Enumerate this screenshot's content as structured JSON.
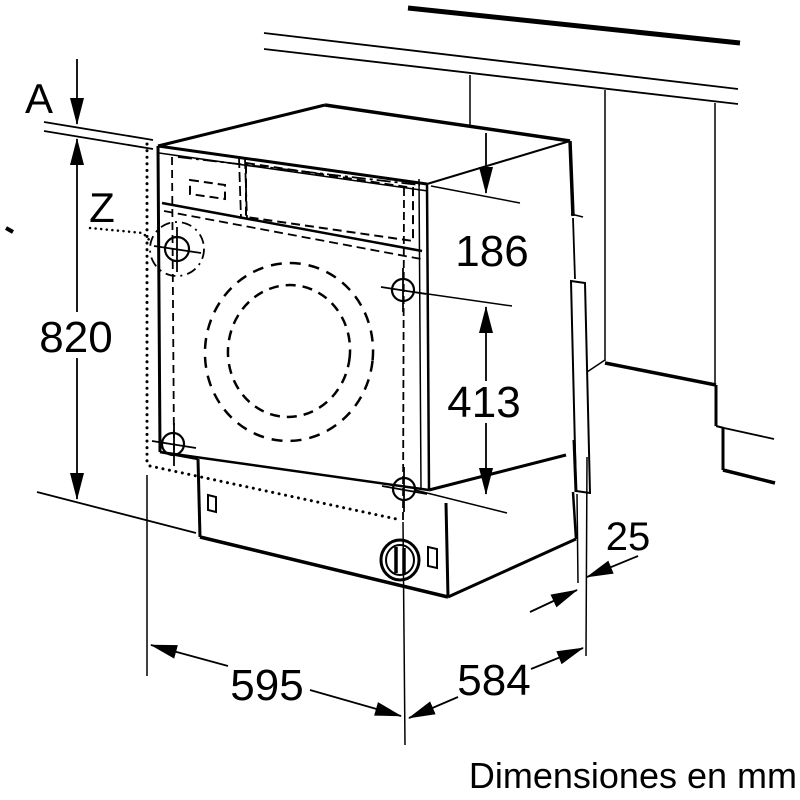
{
  "caption": "Dimensiones en mm",
  "labels": {
    "worktop_section": "A",
    "detail_marker": "Z"
  },
  "dimensions": {
    "niche_height": "820",
    "top_to_upper_fixing": "186",
    "fixing_spacing": "413",
    "appliance_width": "595",
    "appliance_depth": "584",
    "furniture_door_thickness": "25"
  },
  "line_color": "#000000",
  "background_color": "#ffffff"
}
